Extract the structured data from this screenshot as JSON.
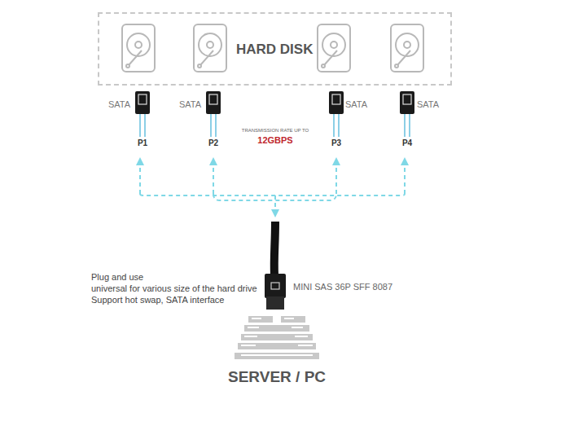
{
  "diagram": {
    "nodes": [
      {
        "text": [
          "HARD DISK"
        ]
      },
      {
        "text": [
          "SERVER / PC"
        ]
      }
    ],
    "labels": [
      "SATA",
      "SATA",
      "SATA",
      "SATA",
      "P1",
      "P2",
      "P3",
      "P4",
      "TRANSMISSION RATE UP TO",
      "12GBPS",
      "MINI SAS 36P SFF 8087",
      "Plug and use",
      "universal for various size of the hard drive",
      "Support hot swap, SATA interface"
    ]
  }
}
